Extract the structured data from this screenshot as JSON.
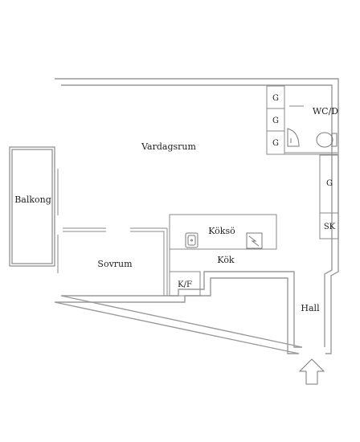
{
  "rooms": {
    "vardagsrum": "Vardagsrum",
    "balkong": "Balkong",
    "sovrum": "Sovrum",
    "kokso": "Köksö",
    "kok": "Kök",
    "hall": "Hall",
    "wcd": "WC/D"
  },
  "storage": {
    "g1": "G",
    "g2": "G",
    "g3": "G",
    "g4": "G",
    "sk": "SK",
    "kf": "K/F"
  },
  "colors": {
    "wall": "#9a9a9a",
    "line": "#7a7a7a",
    "text": "#222222",
    "background": "#ffffff"
  },
  "icons": [
    "entrance-arrow-icon",
    "sink-icon",
    "stove-icon",
    "toilet-icon",
    "shower-icon"
  ]
}
